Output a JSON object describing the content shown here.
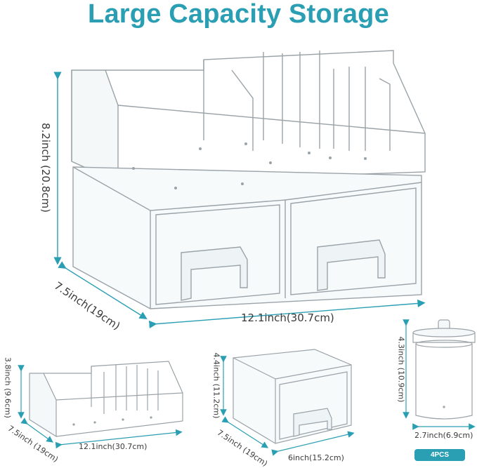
{
  "title": "Large Capacity Storage",
  "colors": {
    "accent": "#2a9eb3",
    "outline": "#9aa3a8"
  },
  "main_set": {
    "height": "8.2inch (20.8cm)",
    "depth": "7.5inch(19cm)",
    "width": "12.1inch(30.7cm)"
  },
  "organizer": {
    "height": "3.8inch (9.6cm)",
    "depth": "7.5inch (19cm)",
    "width": "12.1inch(30.7cm)"
  },
  "drawer": {
    "height": "4.4inch (11.2cm)",
    "depth": "7.5inch (19cm)",
    "width": "6inch(15.2cm)"
  },
  "jar": {
    "height": "4.3inch (10.9cm)",
    "width": "2.7inch(6.9cm)",
    "quantity": "4PCS"
  }
}
